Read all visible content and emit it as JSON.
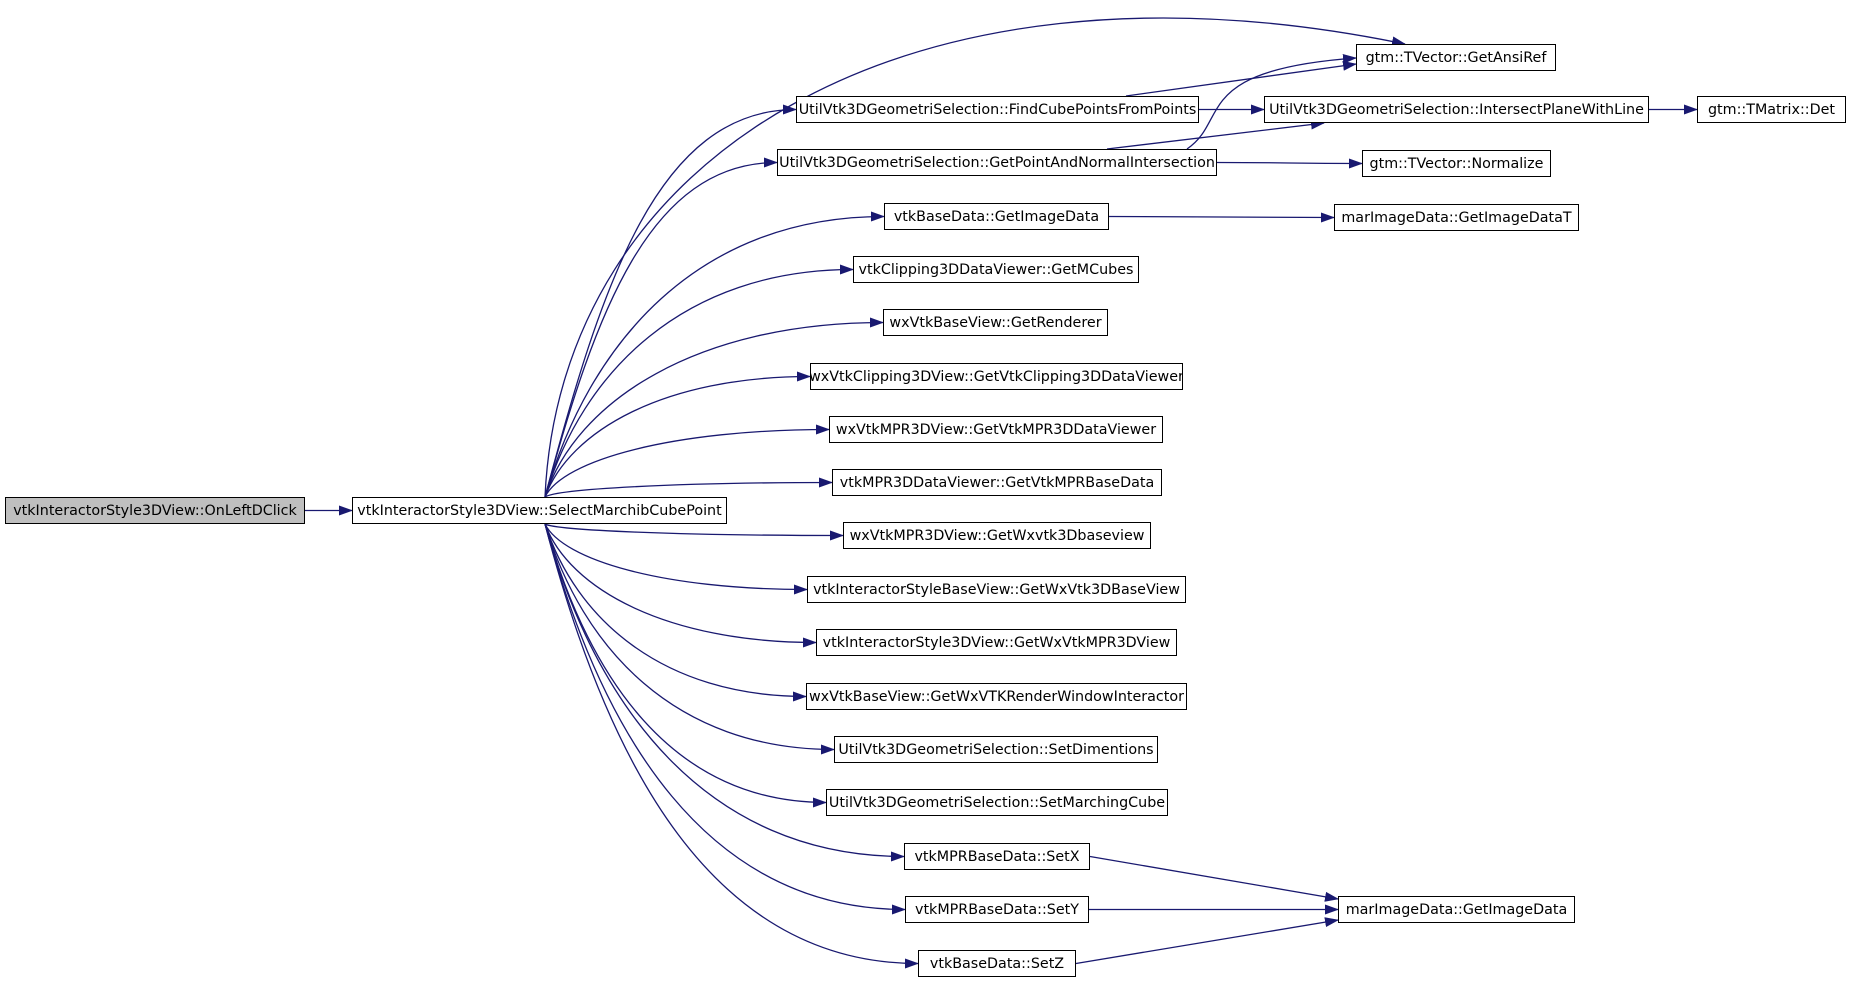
{
  "colors": {
    "edge": "#191970",
    "root_fill": "#bfbfbf",
    "node_fill": "#ffffff",
    "node_border": "#000000"
  },
  "nodes": {
    "on_left_dclick": "vtkInteractorStyle3DView::OnLeftDClick",
    "select_marchib": "vtkInteractorStyle3DView::SelectMarchibCubePoint",
    "get_ansi_ref": "gtm::TVector::GetAnsiRef",
    "find_cube_points": "UtilVtk3DGeometriSelection::FindCubePointsFromPoints",
    "intersect_plane": "UtilVtk3DGeometriSelection::IntersectPlaneWithLine",
    "tmatrix_det": "gtm::TMatrix::Det",
    "get_point_normal": "UtilVtk3DGeometriSelection::GetPointAndNormalIntersection",
    "tvector_normalize": "gtm::TVector::Normalize",
    "vtkbase_get_image_data": "vtkBaseData::GetImageData",
    "mar_get_image_data_t": "marImageData::GetImageDataT",
    "get_mcubes": "vtkClipping3DDataViewer::GetMCubes",
    "get_renderer": "wxVtkBaseView::GetRenderer",
    "get_vtk_clipping_viewer": "wxVtkClipping3DView::GetVtkClipping3DDataViewer",
    "get_vtk_mpr3d_viewer": "wxVtkMPR3DView::GetVtkMPR3DDataViewer",
    "get_vtk_mpr_base_data": "vtkMPR3DDataViewer::GetVtkMPRBaseData",
    "get_wxvtk3d_baseview": "wxVtkMPR3DView::GetWxvtk3Dbaseview",
    "get_wxvtk3dbaseview": "vtkInteractorStyleBaseView::GetWxVtk3DBaseView",
    "get_wxvtkmpr3dview": "vtkInteractorStyle3DView::GetWxVtkMPR3DView",
    "get_render_window_interactor": "wxVtkBaseView::GetWxVTKRenderWindowInteractor",
    "set_dimentions": "UtilVtk3DGeometriSelection::SetDimentions",
    "set_marching_cube": "UtilVtk3DGeometriSelection::SetMarchingCube",
    "set_x": "vtkMPRBaseData::SetX",
    "set_y": "vtkMPRBaseData::SetY",
    "set_z": "vtkBaseData::SetZ",
    "mar_get_image_data": "marImageData::GetImageData"
  },
  "edges": [
    [
      "on_left_dclick",
      "select_marchib"
    ],
    [
      "select_marchib",
      "get_ansi_ref"
    ],
    [
      "select_marchib",
      "find_cube_points"
    ],
    [
      "select_marchib",
      "get_point_normal"
    ],
    [
      "select_marchib",
      "vtkbase_get_image_data"
    ],
    [
      "select_marchib",
      "get_mcubes"
    ],
    [
      "select_marchib",
      "get_renderer"
    ],
    [
      "select_marchib",
      "get_vtk_clipping_viewer"
    ],
    [
      "select_marchib",
      "get_vtk_mpr3d_viewer"
    ],
    [
      "select_marchib",
      "get_vtk_mpr_base_data"
    ],
    [
      "select_marchib",
      "get_wxvtk3d_baseview"
    ],
    [
      "select_marchib",
      "get_wxvtk3dbaseview"
    ],
    [
      "select_marchib",
      "get_wxvtkmpr3dview"
    ],
    [
      "select_marchib",
      "get_render_window_interactor"
    ],
    [
      "select_marchib",
      "set_dimentions"
    ],
    [
      "select_marchib",
      "set_marching_cube"
    ],
    [
      "select_marchib",
      "set_x"
    ],
    [
      "select_marchib",
      "set_y"
    ],
    [
      "select_marchib",
      "set_z"
    ],
    [
      "find_cube_points",
      "get_ansi_ref"
    ],
    [
      "find_cube_points",
      "intersect_plane"
    ],
    [
      "get_point_normal",
      "get_ansi_ref"
    ],
    [
      "get_point_normal",
      "intersect_plane"
    ],
    [
      "get_point_normal",
      "tvector_normalize"
    ],
    [
      "intersect_plane",
      "tmatrix_det"
    ],
    [
      "vtkbase_get_image_data",
      "mar_get_image_data_t"
    ],
    [
      "set_x",
      "mar_get_image_data"
    ],
    [
      "set_y",
      "mar_get_image_data"
    ],
    [
      "set_z",
      "mar_get_image_data"
    ]
  ]
}
